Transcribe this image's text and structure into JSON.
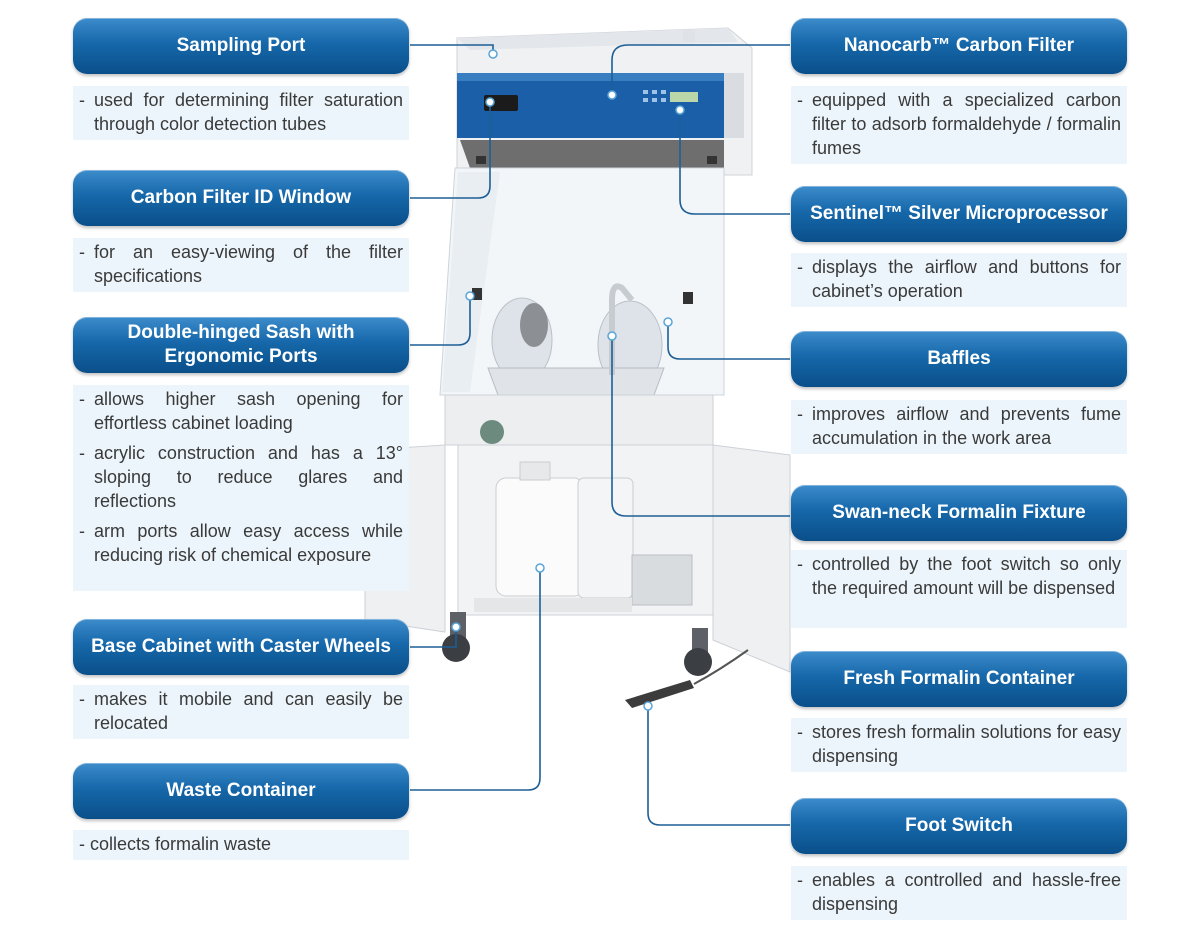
{
  "callouts": [
    {
      "id": "sampling-port",
      "title": "Sampling Port",
      "bullets": [
        "used for determining filter saturation through color detection tubes"
      ]
    },
    {
      "id": "carbon-filter-id-window",
      "title": "Carbon Filter ID Window",
      "bullets": [
        "for an easy-viewing of the filter specifications"
      ]
    },
    {
      "id": "double-hinged-sash",
      "title": "Double-hinged Sash with Ergonomic Ports",
      "bullets": [
        "allows higher sash opening for effortless cabinet loading",
        "acrylic construction and has a 13° sloping to reduce glares and reflections",
        "arm ports allow easy access while reducing risk of chemical exposure"
      ]
    },
    {
      "id": "base-cabinet",
      "title": "Base Cabinet with Caster Wheels",
      "bullets": [
        "makes it mobile and can easily be relocated"
      ]
    },
    {
      "id": "waste-container",
      "title": "Waste Container",
      "bullets": [
        "- collects formalin waste"
      ]
    },
    {
      "id": "nanocarb-filter",
      "title": "Nanocarb™ Carbon Filter",
      "bullets": [
        "equipped with a specialized carbon filter to adsorb formaldehyde / formalin fumes"
      ]
    },
    {
      "id": "sentinel-microprocessor",
      "title": "Sentinel™ Silver Microprocessor",
      "bullets": [
        "displays the airflow and buttons for cabinet’s operation"
      ]
    },
    {
      "id": "baffles",
      "title": "Baffles",
      "bullets": [
        "improves airflow and prevents fume accumulation in the work area"
      ]
    },
    {
      "id": "swan-neck-fixture",
      "title": "Swan-neck Formalin Fixture",
      "bullets": [
        "controlled by the foot switch so only the required amount will be dispensed"
      ]
    },
    {
      "id": "fresh-formalin-container",
      "title": "Fresh Formalin Container",
      "bullets": [
        "stores fresh formalin solutions for easy dispensing"
      ]
    },
    {
      "id": "foot-switch",
      "title": "Foot Switch",
      "bullets": [
        "enables a controlled and hassle-free dispensing"
      ]
    }
  ],
  "colors": {
    "title_gradient_top": "#3d8ccc",
    "title_gradient_bottom": "#0a4f8a",
    "body_background": "#ecf5fb",
    "leader_line": "#1d5f96",
    "cabinet_blue_panel": "#1a5fa8"
  }
}
